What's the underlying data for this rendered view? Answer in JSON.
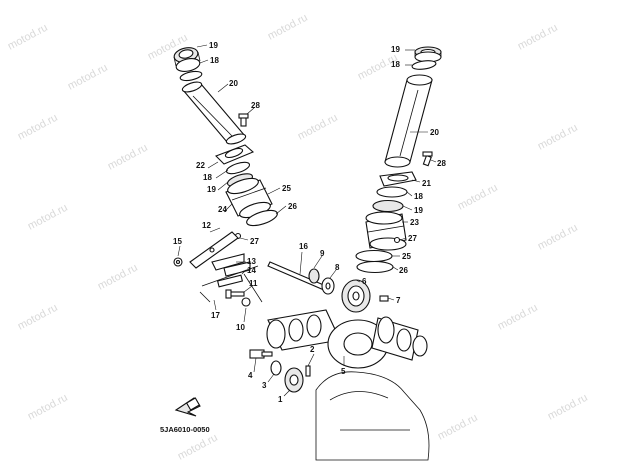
{
  "watermark": "motod.ru",
  "diagram_code": "5JA6010-0050",
  "callouts": {
    "c1": "1",
    "c2": "2",
    "c3": "3",
    "c4": "4",
    "c5": "5",
    "c6": "6",
    "c7": "7",
    "c8": "8",
    "c9": "9",
    "c10": "10",
    "c11": "11",
    "c12": "12",
    "c13": "13",
    "c14": "14",
    "c15": "15",
    "c16": "16",
    "c17": "17",
    "c18a": "18",
    "c18b": "18",
    "c18c": "18",
    "c18d": "18",
    "c19a": "19",
    "c19b": "19",
    "c19c": "19",
    "c19d": "19",
    "c20a": "20",
    "c20b": "20",
    "c21": "21",
    "c22": "22",
    "c23": "23",
    "c24": "24",
    "c25a": "25",
    "c25b": "25",
    "c26a": "26",
    "c26b": "26",
    "c27a": "27",
    "c27b": "27",
    "c28a": "28",
    "c28b": "28"
  }
}
